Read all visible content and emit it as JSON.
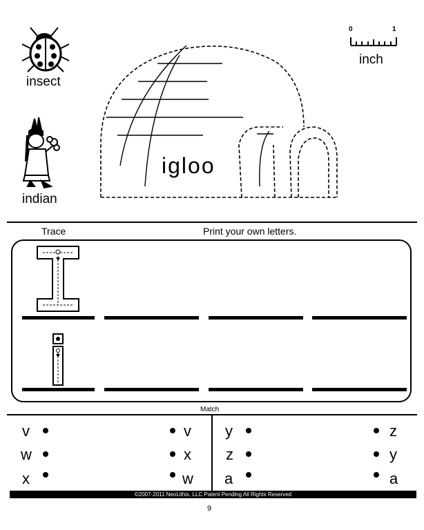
{
  "pictures": {
    "insect_label": "insect",
    "indian_label": "indian",
    "igloo_label": "igloo"
  },
  "ruler": {
    "start": "0",
    "end": "1",
    "unit": "inch"
  },
  "sections": {
    "trace": "Trace",
    "print": "Print your own letters.",
    "match": "Match"
  },
  "match": {
    "left_group": {
      "left": [
        "v",
        "w",
        "x"
      ],
      "right": [
        "v",
        "x",
        "w"
      ]
    },
    "right_group": {
      "left": [
        "y",
        "z",
        "a"
      ],
      "right": [
        "z",
        "y",
        "a"
      ]
    }
  },
  "footer": "©2007-2011  NeoLithix, LLC  Patent Pending  All Rights Reserved",
  "page_number": "9"
}
